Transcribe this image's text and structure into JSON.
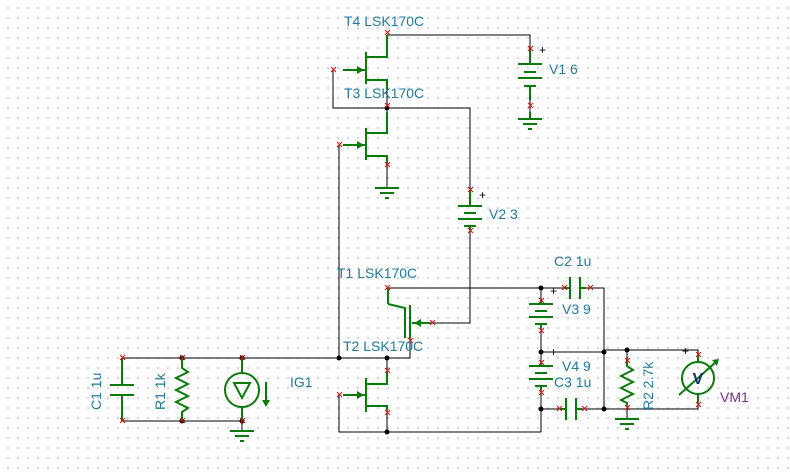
{
  "components": {
    "T4": {
      "label": "T4 LSK170C"
    },
    "T3": {
      "label": "T3 LSK170C"
    },
    "T1": {
      "label": "T1 LSK170C"
    },
    "T2": {
      "label": "T2 LSK170C"
    },
    "V1": {
      "label": "V1 6"
    },
    "V2": {
      "label": "V2 3"
    },
    "V3": {
      "label": "V3 9"
    },
    "V4": {
      "label": "V4 9"
    },
    "C1": {
      "label": "C1 1u"
    },
    "C2": {
      "label": "C2 1u"
    },
    "C3": {
      "label": "C3 1u"
    },
    "R1": {
      "label": "R1 1k"
    },
    "R2": {
      "label": "R2 2.7k"
    },
    "IG1": {
      "label": "IG1"
    },
    "VM1": {
      "label": "VM1",
      "glyph": "V"
    }
  },
  "symbols": {
    "plus": "+"
  },
  "colors": {
    "wire": "#000000",
    "component": "#0a7a0a",
    "label": "#1f7a9c",
    "meter_label": "#7a2b8c",
    "pin": "#d01010"
  }
}
